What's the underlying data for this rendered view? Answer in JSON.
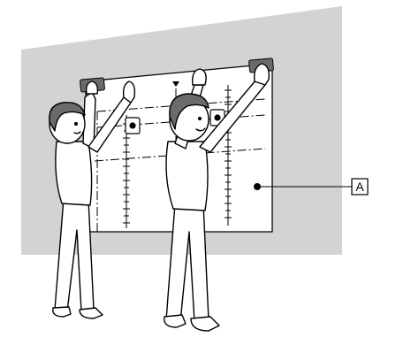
{
  "callout": {
    "label": "A"
  },
  "colors": {
    "wall": "#d3d3d3",
    "sheet": "#ffffff",
    "ink": "#000000"
  },
  "figures": [
    "person-left",
    "person-right"
  ]
}
